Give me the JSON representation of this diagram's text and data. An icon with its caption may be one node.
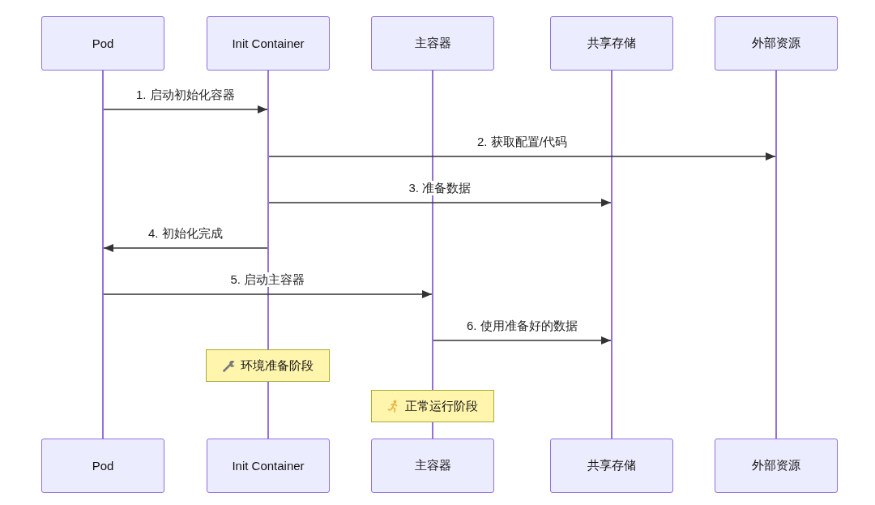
{
  "diagram": {
    "nodes": [
      {
        "text": [
          "Pod"
        ]
      },
      {
        "text": [
          "Init Container"
        ]
      },
      {
        "text": [
          "主容器"
        ]
      },
      {
        "text": [
          "共享存储"
        ]
      },
      {
        "text": [
          "外部资源"
        ]
      },
      {
        "text": [],
        "shape": "line"
      },
      {
        "text": [],
        "shape": "line"
      },
      {
        "text": [],
        "shape": "line"
      },
      {
        "text": [],
        "shape": "line"
      },
      {
        "text": [],
        "shape": "line"
      },
      {
        "text": [
          "环境准备阶段"
        ]
      },
      {
        "text": [
          "正常运行阶段"
        ]
      },
      {
        "text": [
          "Pod"
        ]
      },
      {
        "text": [
          "Init Container"
        ]
      },
      {
        "text": [
          "主容器"
        ]
      },
      {
        "text": [
          "共享存储"
        ]
      },
      {
        "text": [
          "外部资源"
        ]
      }
    ],
    "edges": [
      {
        "from": 5,
        "to": 6,
        "arrow": "to",
        "label": "1. 启动初始化容器"
      },
      {
        "from": 6,
        "to": 9,
        "arrow": "to",
        "label": "2. 获取配置/代码"
      },
      {
        "from": 6,
        "to": 8,
        "arrow": "to",
        "label": "3. 准备数据"
      },
      {
        "from": 6,
        "to": 5,
        "arrow": "to",
        "label": "4. 初始化完成"
      },
      {
        "from": 5,
        "to": 7,
        "arrow": "to",
        "label": "5. 启动主容器"
      },
      {
        "from": 7,
        "to": 8,
        "arrow": "to",
        "label": "6. 使用准备好的数据"
      }
    ]
  }
}
